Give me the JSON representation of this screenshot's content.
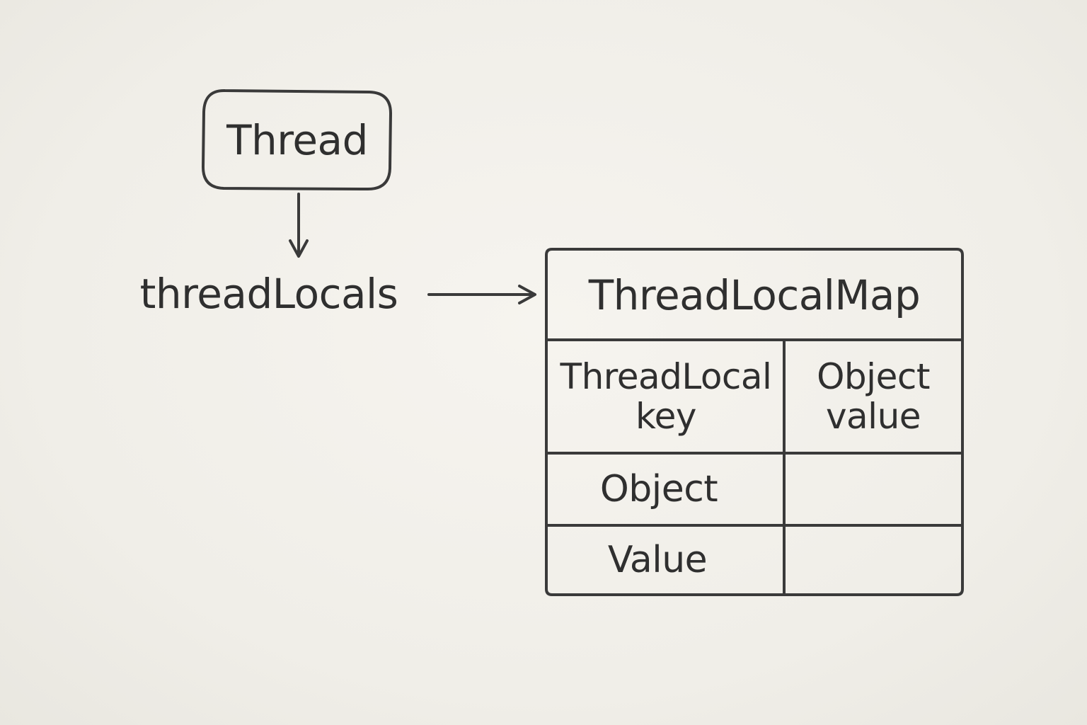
{
  "diagram": {
    "thread_box": {
      "label": "Thread"
    },
    "field": {
      "label": "threadLocals"
    },
    "map_table": {
      "title": "ThreadLocalMap",
      "header": {
        "key_line1": "ThreadLocal",
        "key_line2": "key",
        "value_line1": "Object",
        "value_line2": "value"
      },
      "rows": [
        {
          "key": "Object",
          "value": ""
        },
        {
          "key": "Value",
          "value": ""
        }
      ]
    },
    "ink_color": "#3a3a3a"
  }
}
